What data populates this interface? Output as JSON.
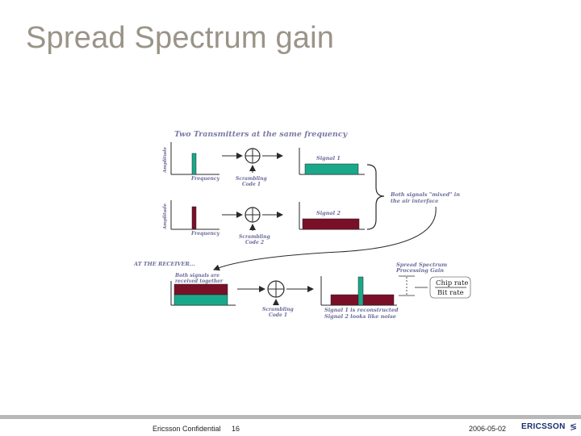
{
  "slide": {
    "title": "Spread Spectrum gain"
  },
  "diagram": {
    "heading": "Two Transmitters at the same frequency",
    "tx1": {
      "axis_label": "Amplitude",
      "freq_label": "Frequency",
      "code_label_line1": "Scrambling",
      "code_label_line2": "Code 1",
      "signal_label": "Signal 1"
    },
    "tx2": {
      "axis_label": "Amplitude",
      "freq_label": "Frequency",
      "code_label_line1": "Scrambling",
      "code_label_line2": "Code 2",
      "signal_label": "Signal 2"
    },
    "mixed_note_line1": "Both signals \"mixed\" in",
    "mixed_note_line2": "the air interface",
    "receiver_label": "AT THE RECEIVER...",
    "received_note_line1": "Both signals are",
    "received_note_line2": "received together",
    "rx_code_line1": "Scrambling",
    "rx_code_line2": "Code 1",
    "result_line1": "Signal 1 is reconstructed",
    "result_line2": "Signal 2 looks like noise",
    "gain_label_line1": "Spread Spectrum",
    "gain_label_line2": "Processing Gain",
    "gain_numerator": "Chip rate",
    "gain_denominator": "Bit rate",
    "colors": {
      "signal1": "#1aa88a",
      "signal2": "#7a0f28",
      "line": "#2a2a2a",
      "text": "#6b6b9a"
    }
  },
  "footer": {
    "confidential": "Ericsson Confidential",
    "page_number": "16",
    "date": "2006-05-02",
    "logo_text": "ERICSSON",
    "logo_mark": "≶"
  }
}
